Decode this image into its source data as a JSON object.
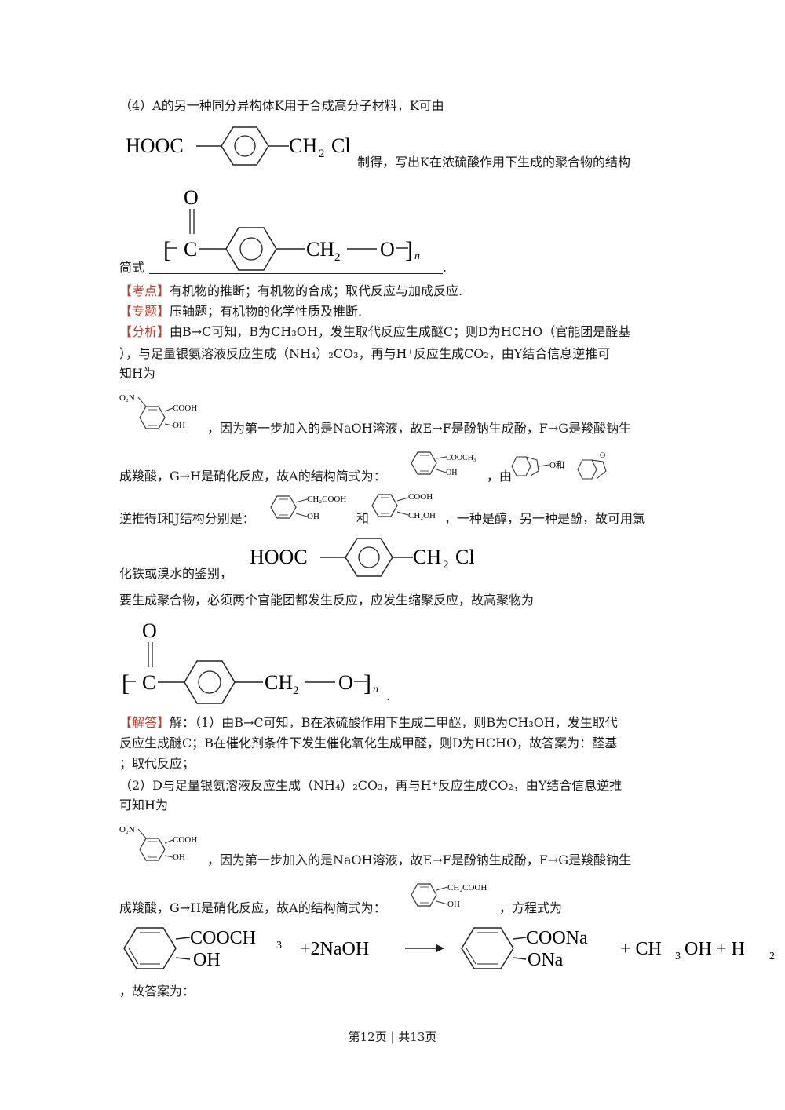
{
  "lines": {
    "q4_intro": "（4）A的另一种同分异构体K用于合成高分子材料，K可由",
    "q4_made": "制得，写出K在浓硫酸作用下生成的聚合物的结构",
    "q4_simple": "简式",
    "q4_period": ".",
    "kaodian_tag": "【考点】",
    "kaodian_text": "有机物的推断；有机物的合成；取代反应与加成反应.",
    "zhuanti_tag": "【专题】",
    "zhuanti_text": "压轴题；有机物的化学性质及推断.",
    "fenxi_tag": "【分析】",
    "fenxi_text1": "由B→C可知，B为CH₃OH，发生取代反应生成醚C；则D为HCHO（官能团是醛基",
    "fenxi_text2": "），与足量银氨溶液反应生成（NH₄）₂CO₃，再与H⁺反应生成CO₂，由Y结合信息逆推可",
    "fenxi_text3": "知H为",
    "fenxi_text4": "，因为第一步加入的是NaOH溶液，故E→F是酚钠生成酚，F→G是羧酸钠生",
    "fenxi_text5a": "成羧酸，G→H是硝化反应，故A的结构简式为：",
    "fenxi_text5b": "，由",
    "fenxi_text6a": "逆推得I和J结构分别是：",
    "fenxi_text6b": "和",
    "fenxi_text6c": "，一种是醇，另一种是酚，故可用氯",
    "fenxi_text7": "化铁或溴水的鉴别，",
    "fenxi_text8": "要生成聚合物，必须两个官能团都发生反应，应发生缩聚反应，故高聚物为",
    "fenxi_period": ".",
    "jieda_tag": "【解答】",
    "jieda_text1": "解：（1）由B→C可知，B在浓硫酸作用下生成二甲醚，则B为CH₃OH，发生取代",
    "jieda_text2": "反应生成醚C；B在催化剂条件下发生催化氧化生成甲醛，则D为HCHO，故答案为：醛基",
    "jieda_text3": "；取代反应；",
    "jieda_text4": "（2）D与足量银氨溶液反应生成（NH₄）₂CO₃，再与H⁺反应生成CO₂，由Y结合信息逆推",
    "jieda_text5": "可知H为",
    "jieda_text6": "，因为第一步加入的是NaOH溶液，故E→F是酚钠生成酚，F→G是羧酸钠生",
    "jieda_text7a": "成羧酸，G→H是硝化反应，故A的结构简式为：",
    "jieda_text7b": "，方程式为",
    "jieda_text8": "，故答案为：",
    "footer": "第12页 | 共13页"
  },
  "chem": {
    "hooc": "HOOC",
    "ch2cl": "CH",
    "sub2": "2",
    "cl": "Cl",
    "o": "O",
    "c": "C",
    "n": "n",
    "o2n": "O₂N",
    "cooh": "COOH",
    "oh": "OH",
    "cooch3": "COOCH₃",
    "ch2cooh": "CH₂COOH",
    "ch2oh": "CH₂OH",
    "o_and": "O和",
    "eq_cooch3": "COOCH",
    "eq_3": "3",
    "eq_oh": "OH",
    "eq_naoh": "+2NaOH",
    "eq_coona": "COONa",
    "eq_ona": "ONa",
    "eq_ch3oh": "+ CH",
    "eq_ch3oh_sub": "3",
    "eq_ch3oh_rest": "OH",
    "eq_plus_h2": "+ H",
    "eq_h2_sub": "2"
  }
}
